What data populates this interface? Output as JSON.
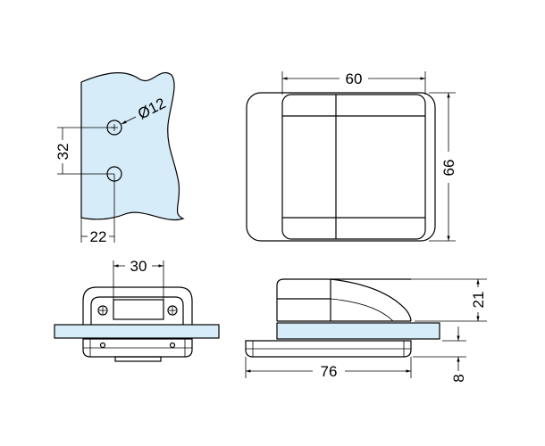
{
  "drawing": {
    "glass_color": "#d6ecf8",
    "dimensions": {
      "hole_diameter": "Ø12",
      "hole_spacing": "32",
      "hole_edge_offset": "22",
      "width_top": "60",
      "height_side": "66",
      "slot_width": "30",
      "base_length": "76",
      "body_height": "21",
      "glass_thickness": "8"
    }
  }
}
